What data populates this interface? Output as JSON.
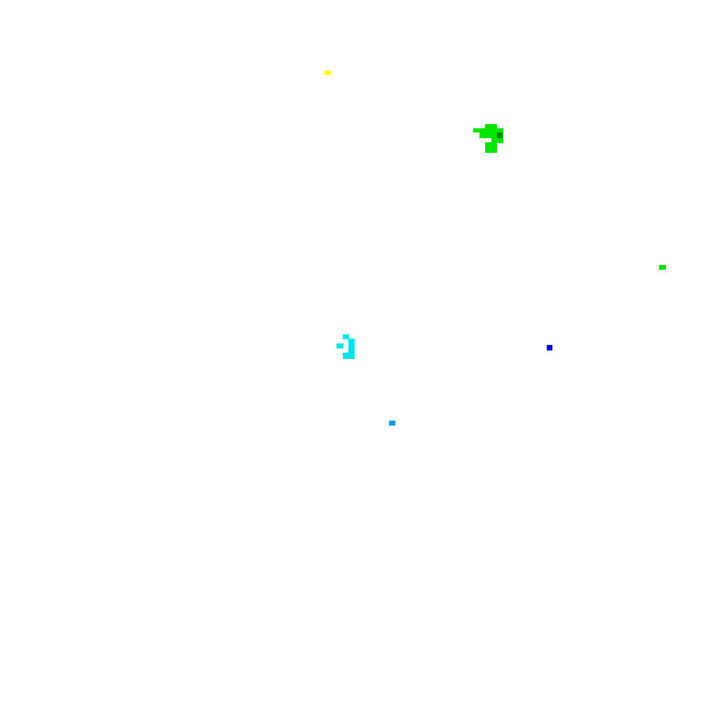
{
  "colors": {
    "background": "#ffffff",
    "yellow": "#ffff00",
    "green": "#00e600",
    "dark_green": "#008a00",
    "cyan": "#00e5e5",
    "blue": "#0000e6",
    "sky_blue": "#0099e6"
  },
  "marks": [
    {
      "name": "yellow-speck",
      "color_key": "yellow"
    },
    {
      "name": "green-blob",
      "color_key": "green"
    },
    {
      "name": "green-speck",
      "color_key": "green"
    },
    {
      "name": "cyan-blob",
      "color_key": "cyan"
    },
    {
      "name": "blue-speck",
      "color_key": "blue"
    },
    {
      "name": "sky-blue-speck",
      "color_key": "sky_blue"
    }
  ]
}
